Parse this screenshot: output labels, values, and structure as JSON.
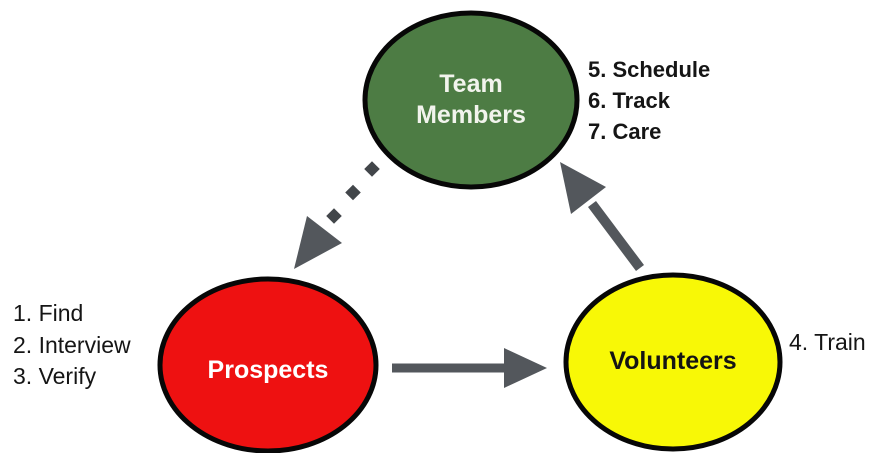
{
  "canvas": {
    "background": "#ffffff",
    "outline_color": "#070707"
  },
  "nodes": {
    "team_members": {
      "label_line1": "Team",
      "label_line2": "Members",
      "fill": "#4d7c44",
      "label_color": "#f2f4ed"
    },
    "prospects": {
      "label": "Prospects",
      "fill": "#ee1111",
      "label_color": "#ffffff"
    },
    "volunteers": {
      "label": "Volunteers",
      "fill": "#f8f806",
      "label_color": "#141414"
    }
  },
  "steps": {
    "prospects": [
      "1. Find",
      "2. Interview",
      "3. Verify"
    ],
    "volunteers": [
      "4. Train"
    ],
    "team_members": [
      "5. Schedule",
      "6. Track",
      "7. Care"
    ]
  },
  "arrows": {
    "color": "#53575c",
    "dot_color": "#42464a"
  }
}
